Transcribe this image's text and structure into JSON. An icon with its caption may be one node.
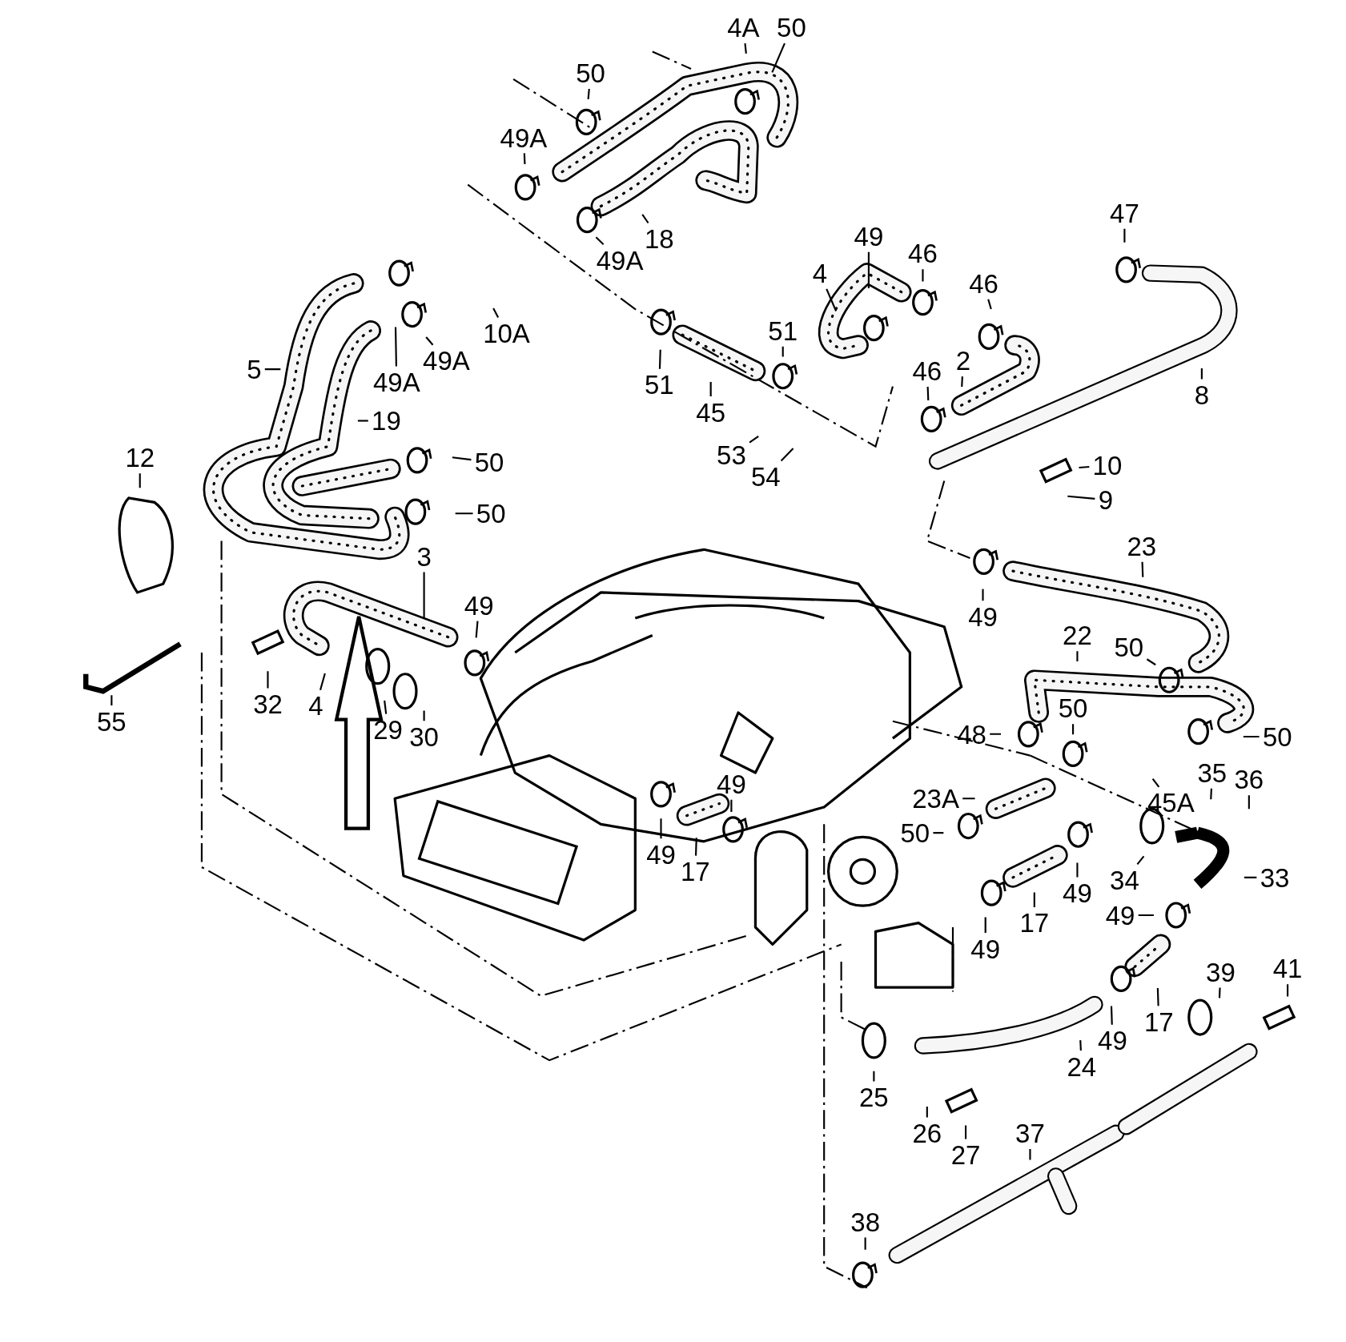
{
  "diagram": {
    "nodes": [
      {
        "text": [
          "4A"
        ]
      },
      {
        "text": [
          "50"
        ]
      },
      {
        "text": [
          "50"
        ]
      },
      {
        "text": [
          "49A"
        ]
      },
      {
        "text": [
          "47"
        ]
      },
      {
        "text": [
          "49"
        ]
      },
      {
        "text": [
          "18"
        ]
      },
      {
        "text": [
          "46"
        ]
      },
      {
        "text": [
          "49A"
        ]
      },
      {
        "text": [
          "4"
        ]
      },
      {
        "text": [
          "46"
        ]
      },
      {
        "text": [
          "51"
        ]
      },
      {
        "text": [
          "10A"
        ]
      },
      {
        "text": [
          "49A"
        ]
      },
      {
        "text": [
          "2"
        ]
      },
      {
        "text": [
          "5"
        ]
      },
      {
        "text": [
          "46"
        ]
      },
      {
        "text": [
          "49A"
        ]
      },
      {
        "text": [
          "51"
        ]
      },
      {
        "text": [
          "8"
        ]
      },
      {
        "text": [
          "45"
        ]
      },
      {
        "text": [
          "19"
        ]
      },
      {
        "text": [
          "53"
        ]
      },
      {
        "text": [
          "12"
        ]
      },
      {
        "text": [
          "50"
        ]
      },
      {
        "text": [
          "10"
        ]
      },
      {
        "text": [
          "54"
        ]
      },
      {
        "text": [
          "9"
        ]
      },
      {
        "text": [
          "50"
        ]
      },
      {
        "text": [
          "23"
        ]
      },
      {
        "text": [
          "3"
        ]
      },
      {
        "text": [
          "49"
        ]
      },
      {
        "text": [
          "49"
        ]
      },
      {
        "text": [
          "22"
        ]
      },
      {
        "text": [
          "50"
        ]
      },
      {
        "text": [
          "32"
        ]
      },
      {
        "text": [
          "4"
        ]
      },
      {
        "text": [
          "50"
        ]
      },
      {
        "text": [
          "55"
        ]
      },
      {
        "text": [
          "29"
        ]
      },
      {
        "text": [
          "48"
        ]
      },
      {
        "text": [
          "30"
        ]
      },
      {
        "text": [
          "50"
        ]
      },
      {
        "text": [
          "35"
        ]
      },
      {
        "text": [
          "36"
        ]
      },
      {
        "text": [
          "49"
        ]
      },
      {
        "text": [
          "23A"
        ]
      },
      {
        "text": [
          "45A"
        ]
      },
      {
        "text": [
          "50"
        ]
      },
      {
        "text": [
          "49"
        ]
      },
      {
        "text": [
          "17"
        ]
      },
      {
        "text": [
          "33"
        ]
      },
      {
        "text": [
          "34"
        ]
      },
      {
        "text": [
          "49"
        ]
      },
      {
        "text": [
          "49"
        ]
      },
      {
        "text": [
          "17"
        ]
      },
      {
        "text": [
          "49"
        ]
      },
      {
        "text": [
          "41"
        ]
      },
      {
        "text": [
          "39"
        ]
      },
      {
        "text": [
          "17"
        ]
      },
      {
        "text": [
          "49"
        ]
      },
      {
        "text": [
          "24"
        ]
      },
      {
        "text": [
          "25"
        ]
      },
      {
        "text": [
          "26"
        ]
      },
      {
        "text": [
          "37"
        ]
      },
      {
        "text": [
          "27"
        ]
      },
      {
        "text": [
          "38"
        ]
      },
      {
        "text": [],
        "shape": "picture"
      }
    ],
    "edges": [
      {
        "from": 0,
        "to": null,
        "arrow": "none"
      },
      {
        "from": 1,
        "to": null,
        "arrow": "none"
      },
      {
        "from": 2,
        "to": null,
        "arrow": "none"
      },
      {
        "from": 3,
        "to": null,
        "arrow": "none"
      },
      {
        "from": 4,
        "to": null,
        "arrow": "none"
      },
      {
        "from": 5,
        "to": null,
        "arrow": "none"
      },
      {
        "from": 6,
        "to": null,
        "arrow": "none"
      },
      {
        "from": 7,
        "to": null,
        "arrow": "none"
      },
      {
        "from": 8,
        "to": null,
        "arrow": "none"
      },
      {
        "from": 9,
        "to": null,
        "arrow": "none"
      },
      {
        "from": 10,
        "to": null,
        "arrow": "none"
      },
      {
        "from": 11,
        "to": null,
        "arrow": "none"
      },
      {
        "from": 12,
        "to": null,
        "arrow": "none"
      },
      {
        "from": 13,
        "to": null,
        "arrow": "none"
      },
      {
        "from": 14,
        "to": null,
        "arrow": "none"
      },
      {
        "from": 15,
        "to": null,
        "arrow": "none"
      },
      {
        "from": 16,
        "to": null,
        "arrow": "none"
      },
      {
        "from": 17,
        "to": null,
        "arrow": "none"
      },
      {
        "from": 18,
        "to": null,
        "arrow": "none"
      },
      {
        "from": 19,
        "to": null,
        "arrow": "none"
      },
      {
        "from": 20,
        "to": null,
        "arrow": "none"
      },
      {
        "from": 21,
        "to": null,
        "arrow": "none"
      },
      {
        "from": 22,
        "to": null,
        "arrow": "none"
      },
      {
        "from": 23,
        "to": null,
        "arrow": "none"
      },
      {
        "from": 24,
        "to": null,
        "arrow": "none"
      },
      {
        "from": 25,
        "to": null,
        "arrow": "none"
      },
      {
        "from": 26,
        "to": null,
        "arrow": "none"
      },
      {
        "from": 27,
        "to": null,
        "arrow": "none"
      },
      {
        "from": 28,
        "to": null,
        "arrow": "none"
      },
      {
        "from": 29,
        "to": null,
        "arrow": "none"
      },
      {
        "from": 30,
        "to": 67,
        "arrow": "none"
      },
      {
        "from": 31,
        "to": null,
        "arrow": "none"
      },
      {
        "from": 32,
        "to": null,
        "arrow": "none"
      },
      {
        "from": 33,
        "to": null,
        "arrow": "none"
      },
      {
        "from": 34,
        "to": null,
        "arrow": "none"
      },
      {
        "from": 35,
        "to": null,
        "arrow": "none"
      },
      {
        "from": 36,
        "to": null,
        "arrow": "none"
      },
      {
        "from": 37,
        "to": null,
        "arrow": "none"
      },
      {
        "from": 38,
        "to": null,
        "arrow": "none"
      },
      {
        "from": 39,
        "to": null,
        "arrow": "none"
      },
      {
        "from": 40,
        "to": null,
        "arrow": "none"
      },
      {
        "from": 41,
        "to": null,
        "arrow": "none"
      },
      {
        "from": 42,
        "to": null,
        "arrow": "none"
      },
      {
        "from": 43,
        "to": null,
        "arrow": "none"
      },
      {
        "from": 44,
        "to": null,
        "arrow": "none"
      },
      {
        "from": 45,
        "to": null,
        "arrow": "none"
      },
      {
        "from": 46,
        "to": null,
        "arrow": "none"
      },
      {
        "from": 47,
        "to": null,
        "arrow": "none"
      },
      {
        "from": 48,
        "to": null,
        "arrow": "none"
      },
      {
        "from": 49,
        "to": null,
        "arrow": "none"
      },
      {
        "from": 50,
        "to": null,
        "arrow": "none"
      },
      {
        "from": 51,
        "to": null,
        "arrow": "none"
      },
      {
        "from": 52,
        "to": null,
        "arrow": "none"
      },
      {
        "from": 53,
        "to": null,
        "arrow": "none"
      },
      {
        "from": 54,
        "to": null,
        "arrow": "none"
      },
      {
        "from": 55,
        "to": null,
        "arrow": "none"
      },
      {
        "from": 56,
        "to": null,
        "arrow": "none"
      },
      {
        "from": 57,
        "to": null,
        "arrow": "none"
      },
      {
        "from": 58,
        "to": null,
        "arrow": "none"
      },
      {
        "from": 59,
        "to": null,
        "arrow": "none"
      },
      {
        "from": 60,
        "to": null,
        "arrow": "none"
      },
      {
        "from": 61,
        "to": null,
        "arrow": "none"
      },
      {
        "from": 62,
        "to": null,
        "arrow": "none"
      },
      {
        "from": 63,
        "to": null,
        "arrow": "none"
      },
      {
        "from": 64,
        "to": null,
        "arrow": "none"
      },
      {
        "from": 65,
        "to": null,
        "arrow": "none"
      },
      {
        "from": 66,
        "to": null,
        "arrow": "none"
      },
      {
        "from": null,
        "to": 67,
        "arrow": "to",
        "style": "thick"
      }
    ]
  }
}
